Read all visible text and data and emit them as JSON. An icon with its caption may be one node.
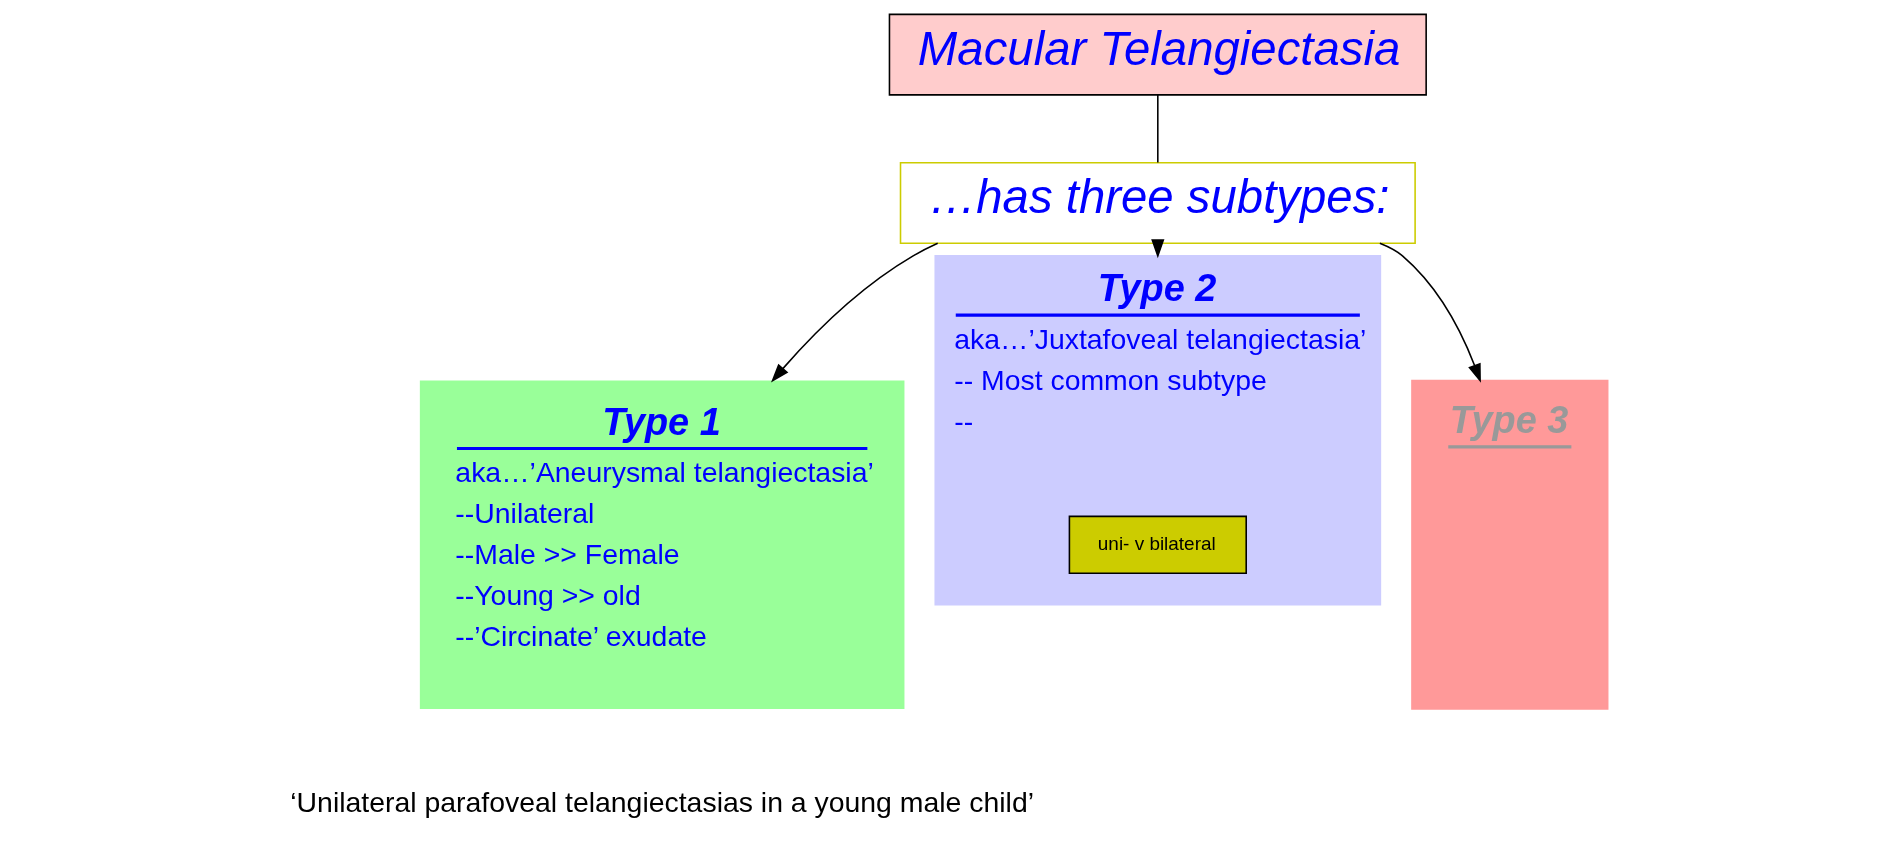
{
  "diagram": {
    "nodes": [
      {
        "text": [
          "Macular Telangiectasia"
        ]
      },
      {
        "text": [
          "…has three subtypes:"
        ]
      },
      {
        "text": [
          "Type 1",
          "aka…’Aneurysmal telangiectasia’",
          "--Unilateral",
          "--Male >> Female",
          "--Young >> old",
          "--’Circinate’ exudate"
        ],
        "beside": [
          "‘Unilateral parafoveal telangiectasias in a young male child’"
        ]
      },
      {
        "text": [
          "Type 2",
          "aka…’Juxtafoveal telangiectasia’",
          "-- Most common subtype",
          "--"
        ]
      },
      {
        "text": [
          "uni- v bilateral"
        ],
        "in": 3
      },
      {
        "text": [
          "Type 3"
        ]
      }
    ],
    "edges": [
      {
        "from": 0,
        "to": 1,
        "arrow": "none"
      },
      {
        "from": 1,
        "to": 2,
        "arrow": "to"
      },
      {
        "from": 1,
        "to": 3,
        "arrow": "to"
      },
      {
        "from": 1,
        "to": 5,
        "arrow": "to"
      }
    ]
  }
}
